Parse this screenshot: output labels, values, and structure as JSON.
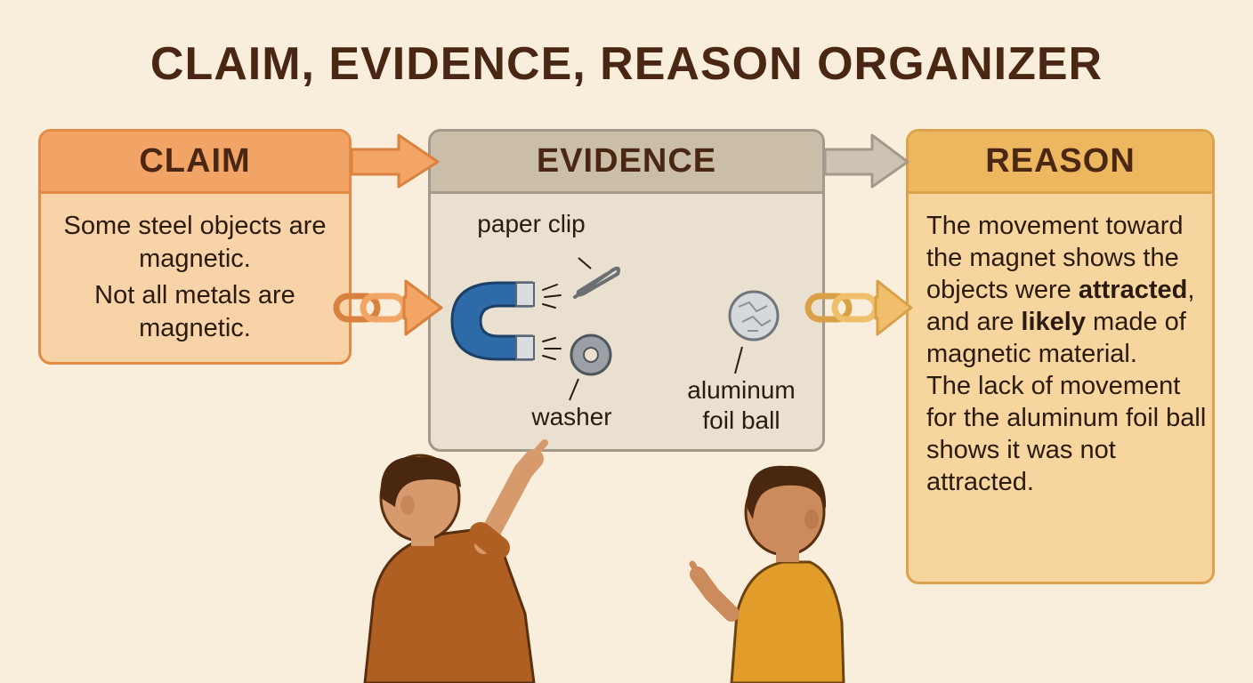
{
  "title": "CLAIM, EVIDENCE, REASON ORGANIZER",
  "claim": {
    "heading": "CLAIM",
    "lines": [
      "Some steel objects are magnetic.",
      "Not all metals are magnetic."
    ]
  },
  "evidence": {
    "heading": "EVIDENCE",
    "labels": {
      "paper_clip": "paper clip",
      "washer": "washer",
      "foil_ball": "aluminum foil ball"
    }
  },
  "reason": {
    "heading": "REASON",
    "p1_a": "The movement toward the magnet shows the objects were ",
    "p1_b": "attracted",
    "p1_c": ", and are ",
    "p1_d": "likely",
    "p1_e": " made of magnetic material.",
    "p2": "The lack of movement for the aluminum foil ball shows it was not attracted."
  },
  "colors": {
    "claim_accent": "#f2a366",
    "evidence_accent": "#cbbea8",
    "reason_accent": "#edb75f",
    "title": "#4a2712"
  }
}
